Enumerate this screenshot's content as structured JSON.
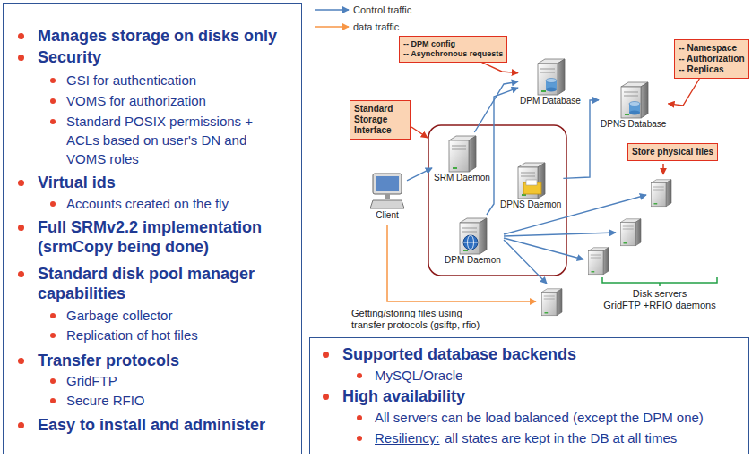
{
  "diagram": {
    "nodes": [
      {
        "text": [
          "Manages storage on disks only",
          "Security",
          "GSI for authentication",
          "VOMS for authorization",
          "Standard POSIX permissions + ACLs based on user's DN and VOMS roles",
          "Virtual ids",
          "Accounts created on the fly",
          "Full SRMv2.2 implementation (srmCopy being done)",
          "Standard disk pool manager capabilities",
          "Garbage collector",
          "Replication of hot files",
          "Transfer protocols",
          "GridFTP",
          "Secure RFIO",
          "Easy to install and administer"
        ]
      },
      {
        "text": [
          "-- DPM config",
          "-- Asynchronous requests"
        ]
      },
      {
        "text": [
          "DPM Database"
        ]
      },
      {
        "text": [
          "-- Namespace",
          "-- Authorization",
          "-- Replicas"
        ]
      },
      {
        "text": [
          "DPNS Database"
        ]
      },
      {
        "text": [
          "Standard Storage Interface"
        ]
      },
      {
        "text": [
          "SRM Daemon"
        ]
      },
      {
        "text": [
          "DPNS Daemon"
        ]
      },
      {
        "text": [
          "Store physical files"
        ]
      },
      {
        "text": [
          "Client"
        ]
      },
      {
        "text": [
          "DPM Daemon"
        ]
      },
      {
        "text": [
          "Supported database backends",
          "MySQL/Oracle",
          "High availability",
          "All servers can be load balanced (except the DPM one)",
          "Resiliency:",
          "all states are kept in the DB at all times"
        ]
      }
    ],
    "edges": [
      {
        "from": 9,
        "to": 6,
        "arrow": "to"
      },
      {
        "from": 6,
        "to": 2,
        "arrow": "to"
      },
      {
        "from": 10,
        "to": 2,
        "arrow": "to"
      },
      {
        "from": 7,
        "to": 4,
        "arrow": "to"
      },
      {
        "from": 1,
        "to": 2,
        "arrow": "to"
      },
      {
        "from": 3,
        "to": 4,
        "arrow": "to"
      }
    ],
    "labels": [
      "Getting/storing files using",
      "transfer protocols (gsiftp, rfio)",
      "Disk servers",
      "GridFTP +RFIO daemons"
    ],
    "legend": [
      {
        "text": "Control traffic"
      },
      {
        "text": "data traffic"
      }
    ]
  }
}
